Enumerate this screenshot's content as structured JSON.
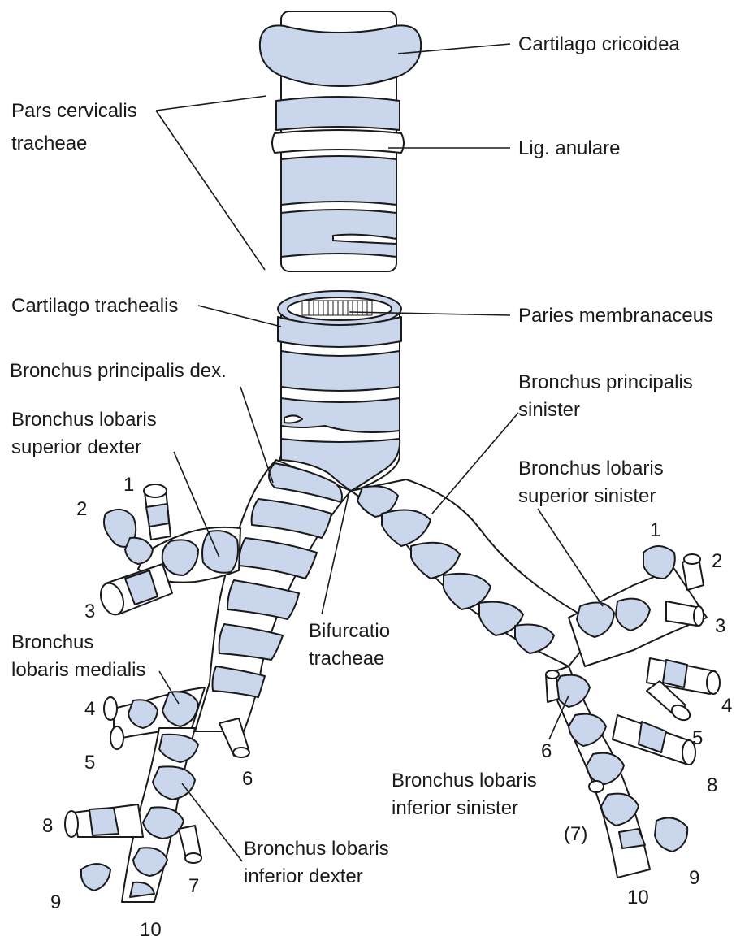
{
  "labels": {
    "cartilago_cricoidea": "Cartilago cricoidea",
    "pars_cervicalis_1": "Pars cervicalis",
    "pars_cervicalis_2": "tracheae",
    "lig_anulare": "Lig. anulare",
    "cartilago_trachealis": "Cartilago trachealis",
    "paries_membranaceus": "Paries membranaceus",
    "bronchus_principalis_dex": "Bronchus principalis dex.",
    "bronchus_principalis_sin_1": "Bronchus principalis",
    "bronchus_principalis_sin_2": "sinister",
    "bronchus_lobaris_sup_dex_1": "Bronchus lobaris",
    "bronchus_lobaris_sup_dex_2": "superior dexter",
    "bronchus_lobaris_sup_sin_1": "Bronchus lobaris",
    "bronchus_lobaris_sup_sin_2": "superior sinister",
    "bifurcatio_1": "Bifurcatio",
    "bifurcatio_2": "tracheae",
    "bronchus_lobaris_medialis_1": "Bronchus",
    "bronchus_lobaris_medialis_2": "lobaris medialis",
    "bronchus_lobaris_inf_sin_1": "Bronchus lobaris",
    "bronchus_lobaris_inf_sin_2": "inferior sinister",
    "bronchus_lobaris_inf_dex_1": "Bronchus lobaris",
    "bronchus_lobaris_inf_dex_2": "inferior dexter"
  },
  "segment_numbers_right": [
    "1",
    "2",
    "3",
    "4",
    "5",
    "6",
    "7",
    "8",
    "9",
    "10"
  ],
  "segment_numbers_left": [
    "1",
    "2",
    "3",
    "4",
    "5",
    "6",
    "(7)",
    "8",
    "9",
    "10"
  ],
  "colors": {
    "cartilage_fill": "#c9d6ec",
    "outline": "#1a1a1a",
    "background": "#ffffff"
  }
}
